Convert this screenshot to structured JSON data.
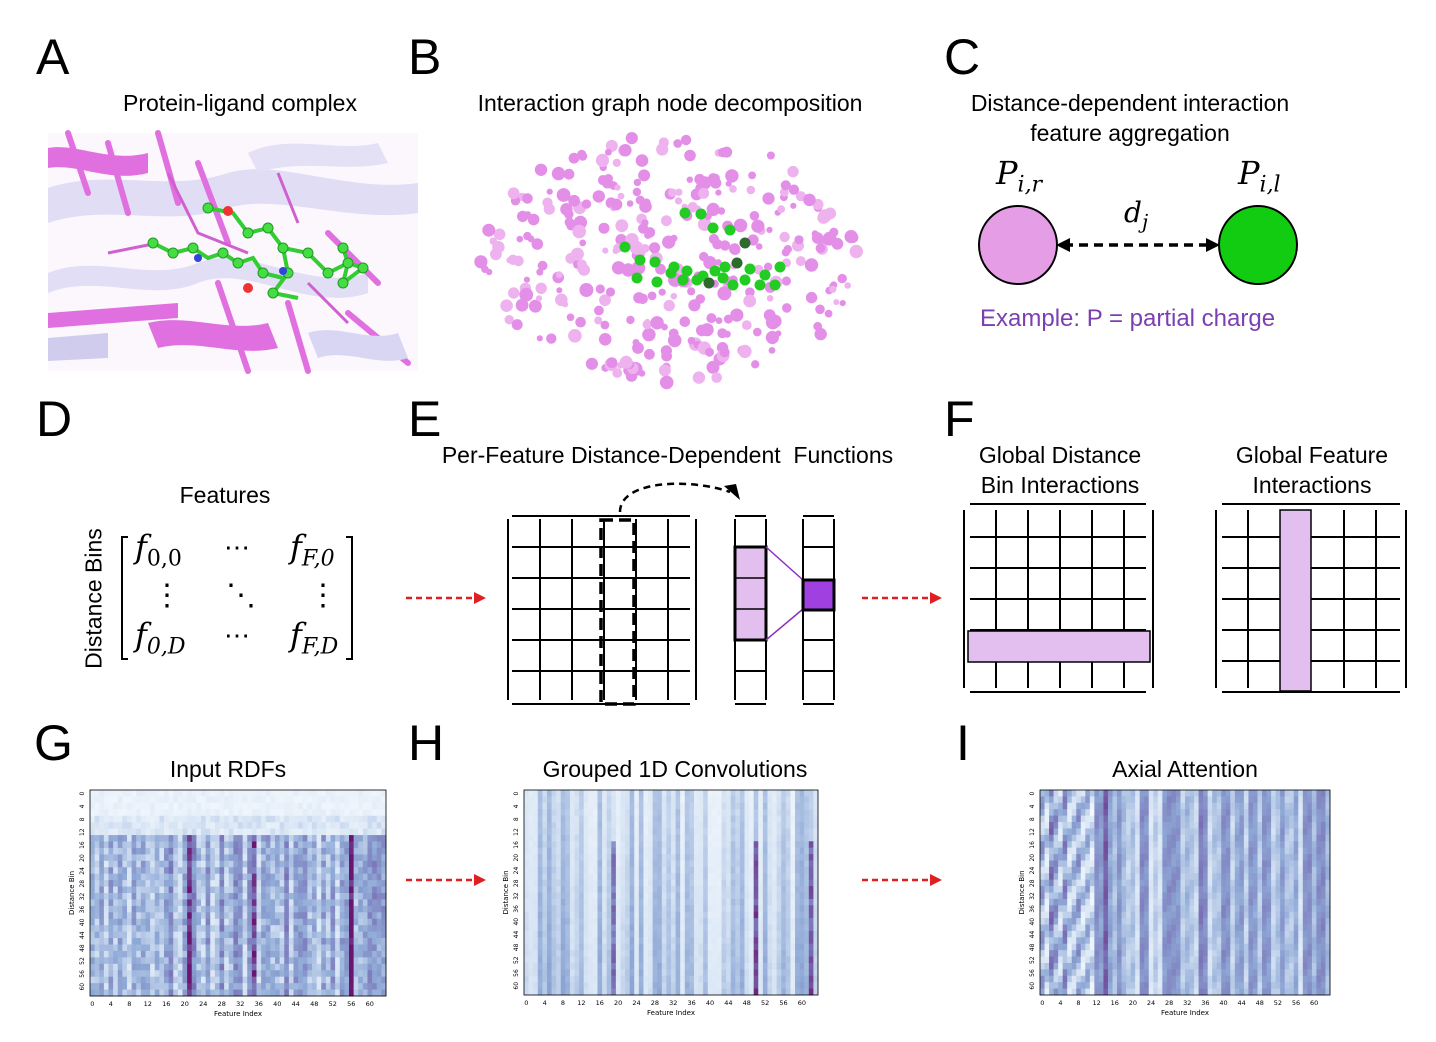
{
  "panels": {
    "A": {
      "letter": "A",
      "title": "Protein-ligand complex"
    },
    "B": {
      "letter": "B",
      "title": "Interaction graph node decomposition"
    },
    "C": {
      "letter": "C",
      "title_line1": "Distance-dependent interaction",
      "title_line2": "feature aggregation",
      "node_left": "P",
      "node_left_sub": "i,r",
      "node_right": "P",
      "node_right_sub": "i,l",
      "edge": "d",
      "edge_sub": "j",
      "example": "Example: P = partial charge"
    },
    "D": {
      "letter": "D",
      "col_label": "Features",
      "row_label": "Distance Bins",
      "m00": "f",
      "m00_sub": "0,0",
      "m0D": "f",
      "m0D_sub": "0,D",
      "mF0": "f",
      "mF0_sub": "F,0",
      "mFD": "f",
      "mFD_sub": "F,D",
      "hdots": "⋯",
      "vdots": "⋮",
      "ddots": "⋱"
    },
    "E": {
      "letter": "E",
      "title": "Per-Feature Distance-Dependent  Functions"
    },
    "F": {
      "letter": "F",
      "title1_line1": "Global Distance",
      "title1_line2": "Bin Interactions",
      "title2_line1": "Global Feature",
      "title2_line2": "Interactions"
    },
    "G": {
      "letter": "G",
      "title": "Input RDFs"
    },
    "H": {
      "letter": "H",
      "title": "Grouped 1D Convolutions"
    },
    "I": {
      "letter": "I",
      "title": "Axial Attention"
    }
  },
  "heatmaps": {
    "xlabel": "Feature Index",
    "ylabel": "Distance Bin",
    "xticks": [
      "0",
      "4",
      "8",
      "12",
      "16",
      "20",
      "24",
      "28",
      "32",
      "36",
      "40",
      "44",
      "48",
      "52",
      "56",
      "60"
    ],
    "yticks": [
      "0",
      "4",
      "8",
      "12",
      "16",
      "20",
      "24",
      "28",
      "32",
      "36",
      "40",
      "44",
      "48",
      "52",
      "56",
      "60"
    ]
  },
  "colors": {
    "pink": "#e07ee6",
    "green": "#11cc11",
    "purple_text": "#7b3fb0",
    "light_purple_fill": "#e3bff0",
    "dark_purple_fill": "#a040e0",
    "arrow_red": "#e02020",
    "heat_low": "#f5fafe",
    "heat_mid": "#8fa9d6",
    "heat_high": "#6a1670"
  }
}
